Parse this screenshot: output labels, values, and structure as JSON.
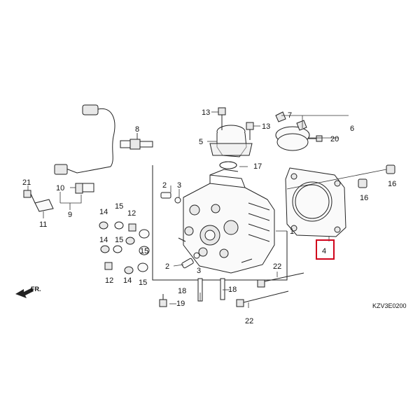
{
  "diagram_code": "KZV3E0200",
  "front_label": "FR.",
  "highlight_color": "#d0021b",
  "callouts": {
    "c1": "1",
    "c2a": "2",
    "c2b": "2",
    "c3a": "3",
    "c3b": "3",
    "c4": "4",
    "c5": "5",
    "c6": "6",
    "c7": "7",
    "c8": "8",
    "c9": "9",
    "c10": "10",
    "c11": "11",
    "c12a": "12",
    "c12b": "12",
    "c13a": "13",
    "c13b": "13",
    "c14a": "14",
    "c14b": "14",
    "c14c": "14",
    "c15a": "15",
    "c15b": "15",
    "c15c": "15",
    "c15d": "15",
    "c16a": "16",
    "c16b": "16",
    "c17": "17",
    "c18a": "18",
    "c18b": "18",
    "c19": "19",
    "c20": "20",
    "c21": "21",
    "c22a": "22",
    "c22b": "22"
  }
}
